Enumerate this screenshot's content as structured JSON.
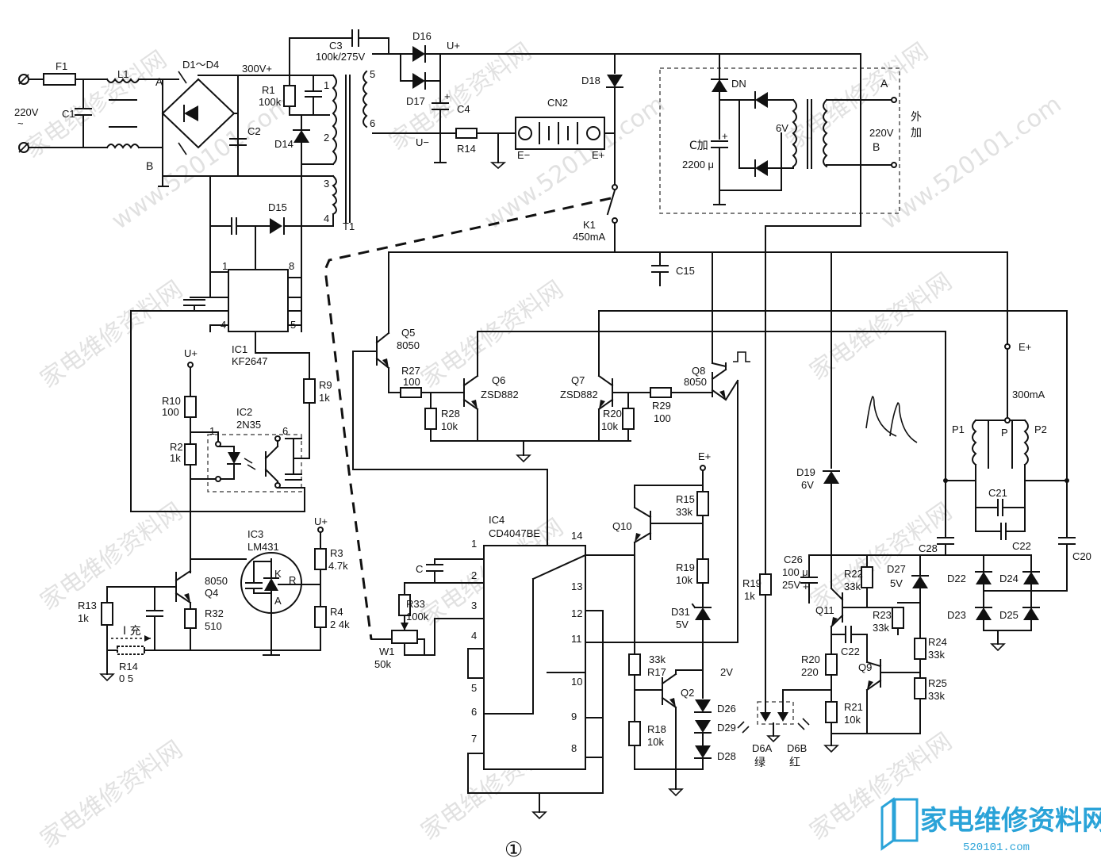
{
  "watermark": {
    "text_cn": "家电维修资料网",
    "text_url": "www.520101.com",
    "brand_cn": "家电维修资料网",
    "brand_url": "520101.com"
  },
  "figure_number": "①",
  "ac_input": {
    "voltage": "220V",
    "symbol": "~",
    "fuse": "F1",
    "filter_choke": "L1",
    "cap": "C1",
    "bridge": "D1～D4",
    "node_a": "A",
    "node_b": "B"
  },
  "primary": {
    "rail": "300V+",
    "r1": "R1",
    "r1_val": "100k",
    "c2": "C2",
    "d14": "D14",
    "c3": "C3",
    "c3_val": "100k/275V",
    "d15": "D15",
    "t1": "T1",
    "pins": [
      "1",
      "2",
      "3",
      "4",
      "5",
      "6"
    ]
  },
  "secondary": {
    "d16": "D16",
    "d17": "D17",
    "d18": "D18",
    "u_plus": "U+",
    "u_minus": "U−",
    "c4": "C4",
    "r14": "R14",
    "cn2": "CN2",
    "e_minus": "E−",
    "e_plus": "E+"
  },
  "external": {
    "dn": "DN",
    "c_add": "C加",
    "c_add_val": "2200 μ",
    "v6": "6V",
    "node_a": "A",
    "node_b": "B",
    "v220": "220V",
    "ext_label_1": "外",
    "ext_label_2": "加"
  },
  "k1": {
    "name": "K1",
    "val": "450mA"
  },
  "c15": "C15",
  "ic1": {
    "name": "IC1",
    "part": "KF2647",
    "pins": [
      "1",
      "8",
      "4",
      "5"
    ]
  },
  "ic2": {
    "name": "IC2",
    "part": "2N35",
    "pin1": "1",
    "pin6": "6"
  },
  "ic3": {
    "name": "IC3",
    "part": "LM431",
    "k": "K",
    "a": "A",
    "r": "R"
  },
  "ic4": {
    "name": "IC4",
    "part": "CD4047BE",
    "pins_left": [
      "1",
      "2",
      "3",
      "4",
      "5",
      "6",
      "7"
    ],
    "pins_right": [
      "14",
      "13",
      "12",
      "11",
      "10",
      "9",
      "8"
    ]
  },
  "resistors": {
    "r9": "R9",
    "r9_val": "1k",
    "r10": "R10",
    "r10_val": "100",
    "r2": "R2",
    "r2_val": "1k",
    "r3": "R3",
    "r3_val": "4.7k",
    "r4": "R4",
    "r4_val": "2 4k",
    "r13": "R13",
    "r13_val": "1k",
    "r32": "R32",
    "r32_val": "510",
    "r14b": "R14",
    "r14b_val": "0 5",
    "r27": "R27",
    "r27_val": "100",
    "r28": "R28",
    "r28_val": "10k",
    "r20a": "R20",
    "r20a_val": "10k",
    "r29": "R29",
    "r29_val": "100",
    "r33": "R33",
    "r33_val": "100k",
    "w1": "W1",
    "w1_val": "50k",
    "r15": "R15",
    "r15_val": "33k",
    "r19a": "R19",
    "r19a_val": "10k",
    "r17": "R17",
    "r17_val": "33k",
    "r18": "R18",
    "r18_val": "10k",
    "r19b": "R19",
    "r19b_val": "1k",
    "r22": "R22",
    "r22_val": "33k",
    "r23": "R23",
    "r23_val": "33k",
    "r20b": "R20",
    "r20b_val": "220",
    "r21": "R21",
    "r21_val": "10k",
    "r24": "R24",
    "r24_val": "33k",
    "r25": "R25",
    "r25_val": "33k"
  },
  "transistors": {
    "q4": "Q4",
    "q4_part": "8050",
    "q5": "Q5",
    "q5_part": "8050",
    "q6": "Q6",
    "q6_part": "ZSD882",
    "q7": "Q7",
    "q7_part": "ZSD882",
    "q8": "Q8",
    "q8_part": "8050",
    "q10": "Q10",
    "q2": "Q2",
    "q11": "Q11",
    "q9": "Q9"
  },
  "misc": {
    "u_plus_1": "U+",
    "u_plus_2": "U+",
    "e_plus_1": "E+",
    "e_plus_2": "E+",
    "i_charge": "I 充",
    "c_cap": "C",
    "d31": "D31",
    "d31_val": "5V",
    "v2": "2V",
    "d26": "D26",
    "d29": "D29",
    "d28": "D28",
    "d19": "D19",
    "d19_val": "6V",
    "c26": "C26",
    "c26_val": "100 μ",
    "c26_v": "25V",
    "d27": "D27",
    "d27_val": "5V",
    "c22a": "C22",
    "c21": "C21",
    "c22b": "C22",
    "c28": "C28",
    "c20": "C20",
    "d22": "D22",
    "d23": "D23",
    "d24": "D24",
    "d25": "D25",
    "p1": "P1",
    "p": "P",
    "p2": "P2",
    "ma300": "300mA",
    "d6a": "D6A",
    "d6a_color": "绿",
    "d6b": "D6B",
    "d6b_color": "红"
  }
}
